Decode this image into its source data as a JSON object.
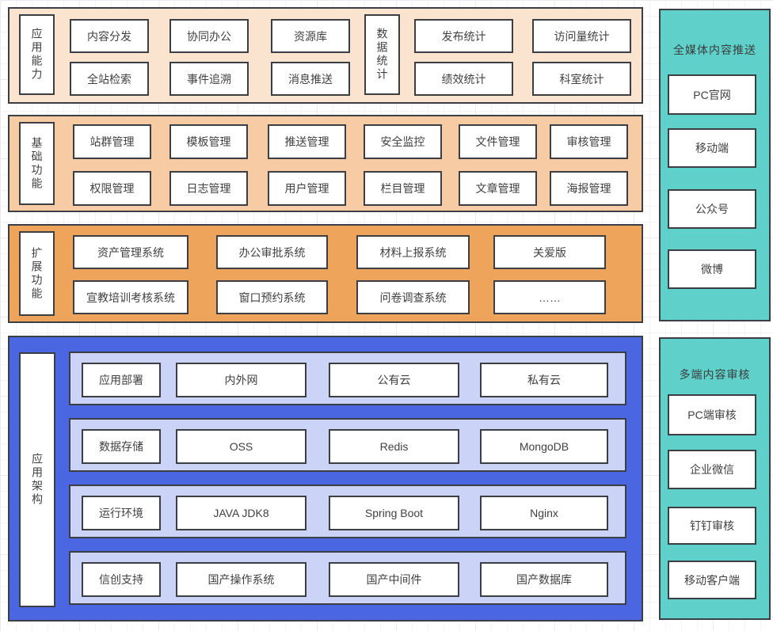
{
  "diagram": {
    "colors": {
      "capability_bg": "#fae3cf",
      "basic_bg": "#f7cba4",
      "extended_bg": "#efa45c",
      "architecture_bg": "#4a66e0",
      "architecture_row_bg": "#cbd3f6",
      "side_panel_bg": "#5fd0ca",
      "node_border": "#3b3e42",
      "text": "#404040"
    },
    "sections": {
      "capability": {
        "label": "应用能力",
        "row1": [
          "内容分发",
          "协同办公",
          "资源库"
        ],
        "row2": [
          "全站检索",
          "事件追溯",
          "消息推送"
        ],
        "stats_label": "数据统计",
        "stats_row1": [
          "发布统计",
          "访问量统计"
        ],
        "stats_row2": [
          "绩效统计",
          "科室统计"
        ]
      },
      "basic": {
        "label": "基础功能",
        "row1": [
          "站群管理",
          "模板管理",
          "推送管理",
          "安全监控",
          "文件管理",
          "审核管理"
        ],
        "row2": [
          "权限管理",
          "日志管理",
          "用户管理",
          "栏目管理",
          "文章管理",
          "海报管理"
        ]
      },
      "extended": {
        "label": "扩展功能",
        "row1": [
          "资产管理系统",
          "办公审批系统",
          "材料上报系统",
          "关爱版"
        ],
        "row2": [
          "宣教培训考核系统",
          "窗口预约系统",
          "问卷调查系统",
          "……"
        ]
      },
      "architecture": {
        "label": "应用架构",
        "rows": [
          {
            "items": [
              "应用部署",
              "内外网",
              "公有云",
              "私有云"
            ]
          },
          {
            "items": [
              "数据存储",
              "OSS",
              "Redis",
              "MongoDB"
            ]
          },
          {
            "items": [
              "运行环境",
              "JAVA JDK8",
              "Spring Boot",
              "Nginx"
            ]
          },
          {
            "items": [
              "信创支持",
              "国产操作系统",
              "国产中间件",
              "国产数据库"
            ]
          }
        ]
      },
      "push": {
        "title": "全媒体内容推送",
        "items": [
          "PC官网",
          "移动端",
          "公众号",
          "微博"
        ]
      },
      "review": {
        "title": "多端内容审核",
        "items": [
          "PC端审核",
          "企业微信",
          "钉钉审核",
          "移动客户端"
        ]
      }
    }
  }
}
